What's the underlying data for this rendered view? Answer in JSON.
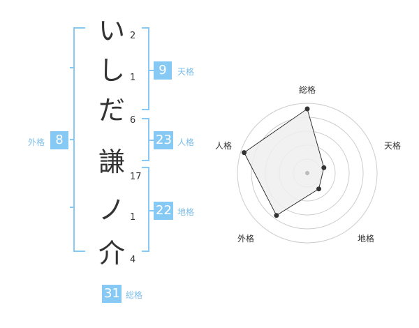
{
  "name_chars": [
    "い",
    "し",
    "だ",
    "謙",
    "ノ",
    "介"
  ],
  "strokes": [
    "2",
    "1",
    "6",
    "17",
    "1",
    "4"
  ],
  "kaku": {
    "tenkaku": {
      "value": "9",
      "label": "天格"
    },
    "jinkaku": {
      "value": "23",
      "label": "人格"
    },
    "chikaku": {
      "value": "22",
      "label": "地格"
    },
    "gaikaku": {
      "value": "8",
      "label": "外格"
    },
    "soukaku": {
      "value": "31",
      "label": "総格"
    }
  },
  "radar": {
    "axes": [
      "総格",
      "天格",
      "地格",
      "外格",
      "人格"
    ],
    "values": [
      0.92,
      0.25,
      0.28,
      0.75,
      0.95
    ],
    "colors": {
      "fill": "#eeeeee",
      "line": "#333333",
      "grid": "#cccccc",
      "point": "#333333",
      "center": "#bbbbbb"
    }
  },
  "colors": {
    "accent": "#86c9f5",
    "bracket": "#86c9f5"
  }
}
